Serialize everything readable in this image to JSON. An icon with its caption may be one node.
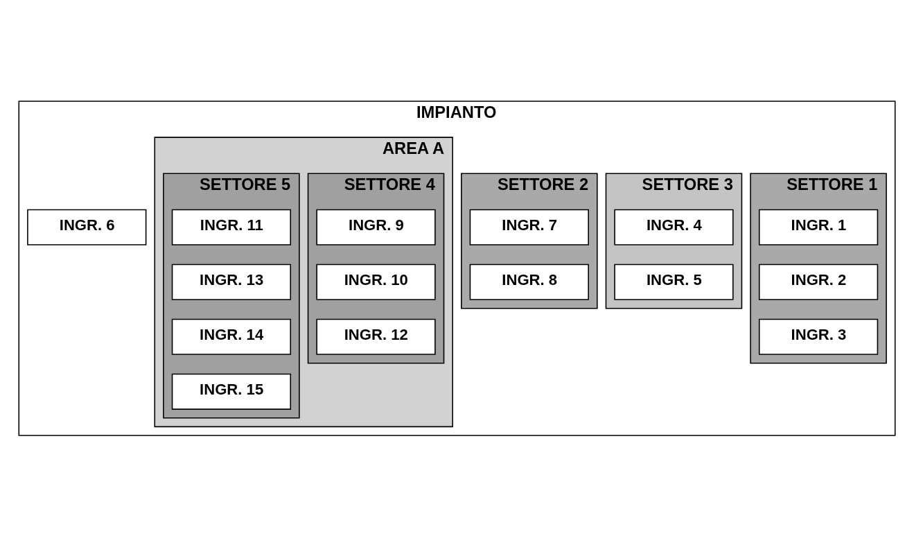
{
  "diagram": {
    "nodes": [
      {
        "text": [
          "IMPIANTO"
        ]
      },
      {
        "text": [
          "SETTORE 1"
        ],
        "in": 0
      },
      {
        "text": [
          "INGR. 1"
        ],
        "in": 1
      },
      {
        "text": [
          "INGR. 2"
        ],
        "in": 1
      },
      {
        "text": [
          "INGR. 3"
        ],
        "in": 1
      },
      {
        "text": [
          "SETTORE 3"
        ],
        "in": 0
      },
      {
        "text": [
          "INGR. 6"
        ],
        "in": 0
      },
      {
        "text": [
          "INGR. 4"
        ],
        "in": 5
      },
      {
        "text": [
          "INGR. 5"
        ],
        "in": 5
      },
      {
        "text": [
          "SETTORE 2"
        ],
        "in": 0
      },
      {
        "text": [
          "INGR. 7"
        ],
        "in": 9
      },
      {
        "text": [
          "INGR. 8"
        ],
        "in": 9
      },
      {
        "text": [
          "AREA A"
        ],
        "in": 0
      },
      {
        "text": [
          "SETTORE 4"
        ],
        "in": 12
      },
      {
        "text": [
          "INGR. 9"
        ],
        "in": 13
      },
      {
        "text": [
          "INGR. 10"
        ],
        "in": 13
      },
      {
        "text": [
          "INGR. 12"
        ],
        "in": 13
      },
      {
        "text": [
          "SETTORE 5"
        ],
        "in": 12
      },
      {
        "text": [
          "INGR. 11"
        ],
        "in": 17
      },
      {
        "text": [
          "INGR. 13"
        ],
        "in": 17
      },
      {
        "text": [
          "INGR. 14"
        ],
        "in": 17
      },
      {
        "text": [
          "INGR. 15"
        ],
        "in": 17
      }
    ]
  }
}
